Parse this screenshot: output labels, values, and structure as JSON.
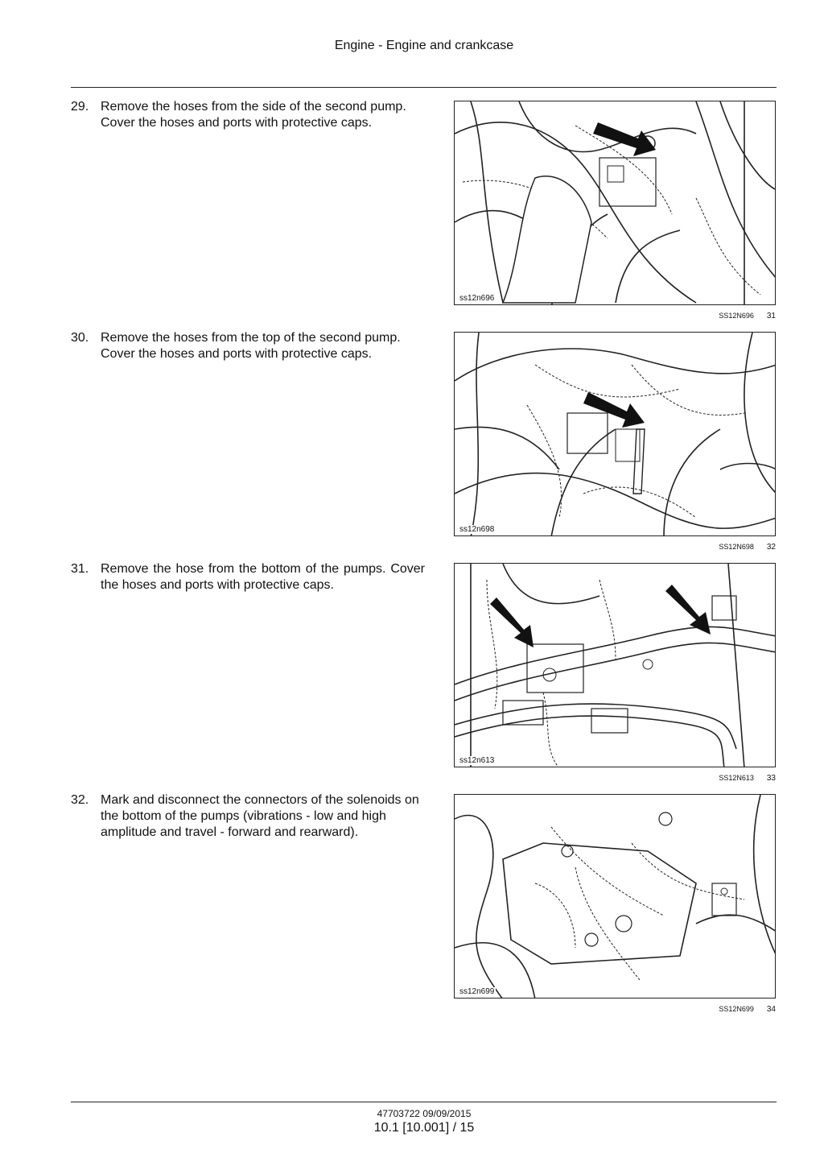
{
  "header": {
    "title": "Engine - Engine and crankcase"
  },
  "steps": [
    {
      "number": "29.",
      "text": "Remove the hoses from the side of the second pump. Cover the hoses and ports with protective caps.",
      "figure_label": "ss12n696",
      "caption_code": "SS12N696",
      "figure_number": "31"
    },
    {
      "number": "30.",
      "text": "Remove the hoses from the top of the second pump. Cover the hoses and ports with protective caps.",
      "figure_label": "ss12n698",
      "caption_code": "SS12N698",
      "figure_number": "32"
    },
    {
      "number": "31.",
      "text": "Remove the hose from the bottom of the pumps. Cover the hoses and ports with protective caps.",
      "figure_label": "ss12n613",
      "caption_code": "SS12N613",
      "figure_number": "33"
    },
    {
      "number": "32.",
      "text": "Mark and disconnect the connectors of the solenoids on the bottom of the pumps (vibrations - low and high amplitude and travel - forward and rearward).",
      "figure_label": "ss12n699",
      "caption_code": "SS12N699",
      "figure_number": "34"
    }
  ],
  "footer": {
    "doc_code": "47703722 09/09/2015",
    "page": "10.1 [10.001] / 15"
  }
}
